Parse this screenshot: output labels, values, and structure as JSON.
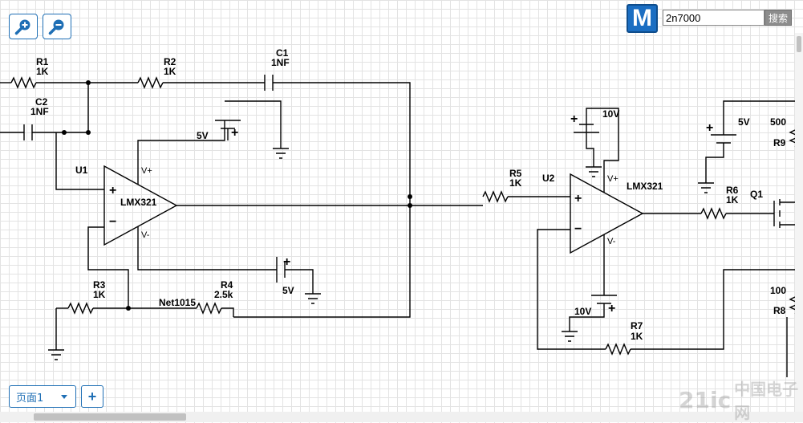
{
  "toolbar": {
    "zoom_in_icon": "zoom-in-icon",
    "zoom_out_icon": "zoom-out-icon"
  },
  "search": {
    "logo_text": "M",
    "query": "2n7000",
    "button_label": "搜索"
  },
  "pages": {
    "current": "页面1",
    "add_label": "+"
  },
  "watermark": {
    "text_a": "21ic",
    "text_b": "中国电子网"
  },
  "schematic": {
    "labels": {
      "r1_ref": "R1",
      "r1_val": "1K",
      "r2_ref": "R2",
      "r2_val": "1K",
      "c1_ref": "C1",
      "c1_val": "1NF",
      "c2_ref": "C2",
      "c2_val": "1NF",
      "u1_ref": "U1",
      "u1_part": "LMX321",
      "vplus1": "V+",
      "vminus1": "V-",
      "bat_top_val": "5V",
      "bat_bot_val": "5V",
      "r3_ref": "R3",
      "r3_val": "1K",
      "r4_ref": "R4",
      "r4_val": "2.5k",
      "net": "Net1015",
      "r5_ref": "R5",
      "r5_val": "1K",
      "u2_ref": "U2",
      "u2_part": "LMX321",
      "vplus2": "V+",
      "vminus2": "V-",
      "bat_u2_top_val": "10V",
      "bat_u2_bot_val": "10V",
      "r6_ref": "R6",
      "r6_val": "1K",
      "q1_ref": "Q1",
      "r7_ref": "R7",
      "r7_val": "1K",
      "bat_right_val": "5V",
      "r9_val": "500",
      "r9_ref": "R9",
      "r8_val": "100",
      "r8_ref": "R8",
      "plus": "+",
      "minus": "−"
    }
  }
}
